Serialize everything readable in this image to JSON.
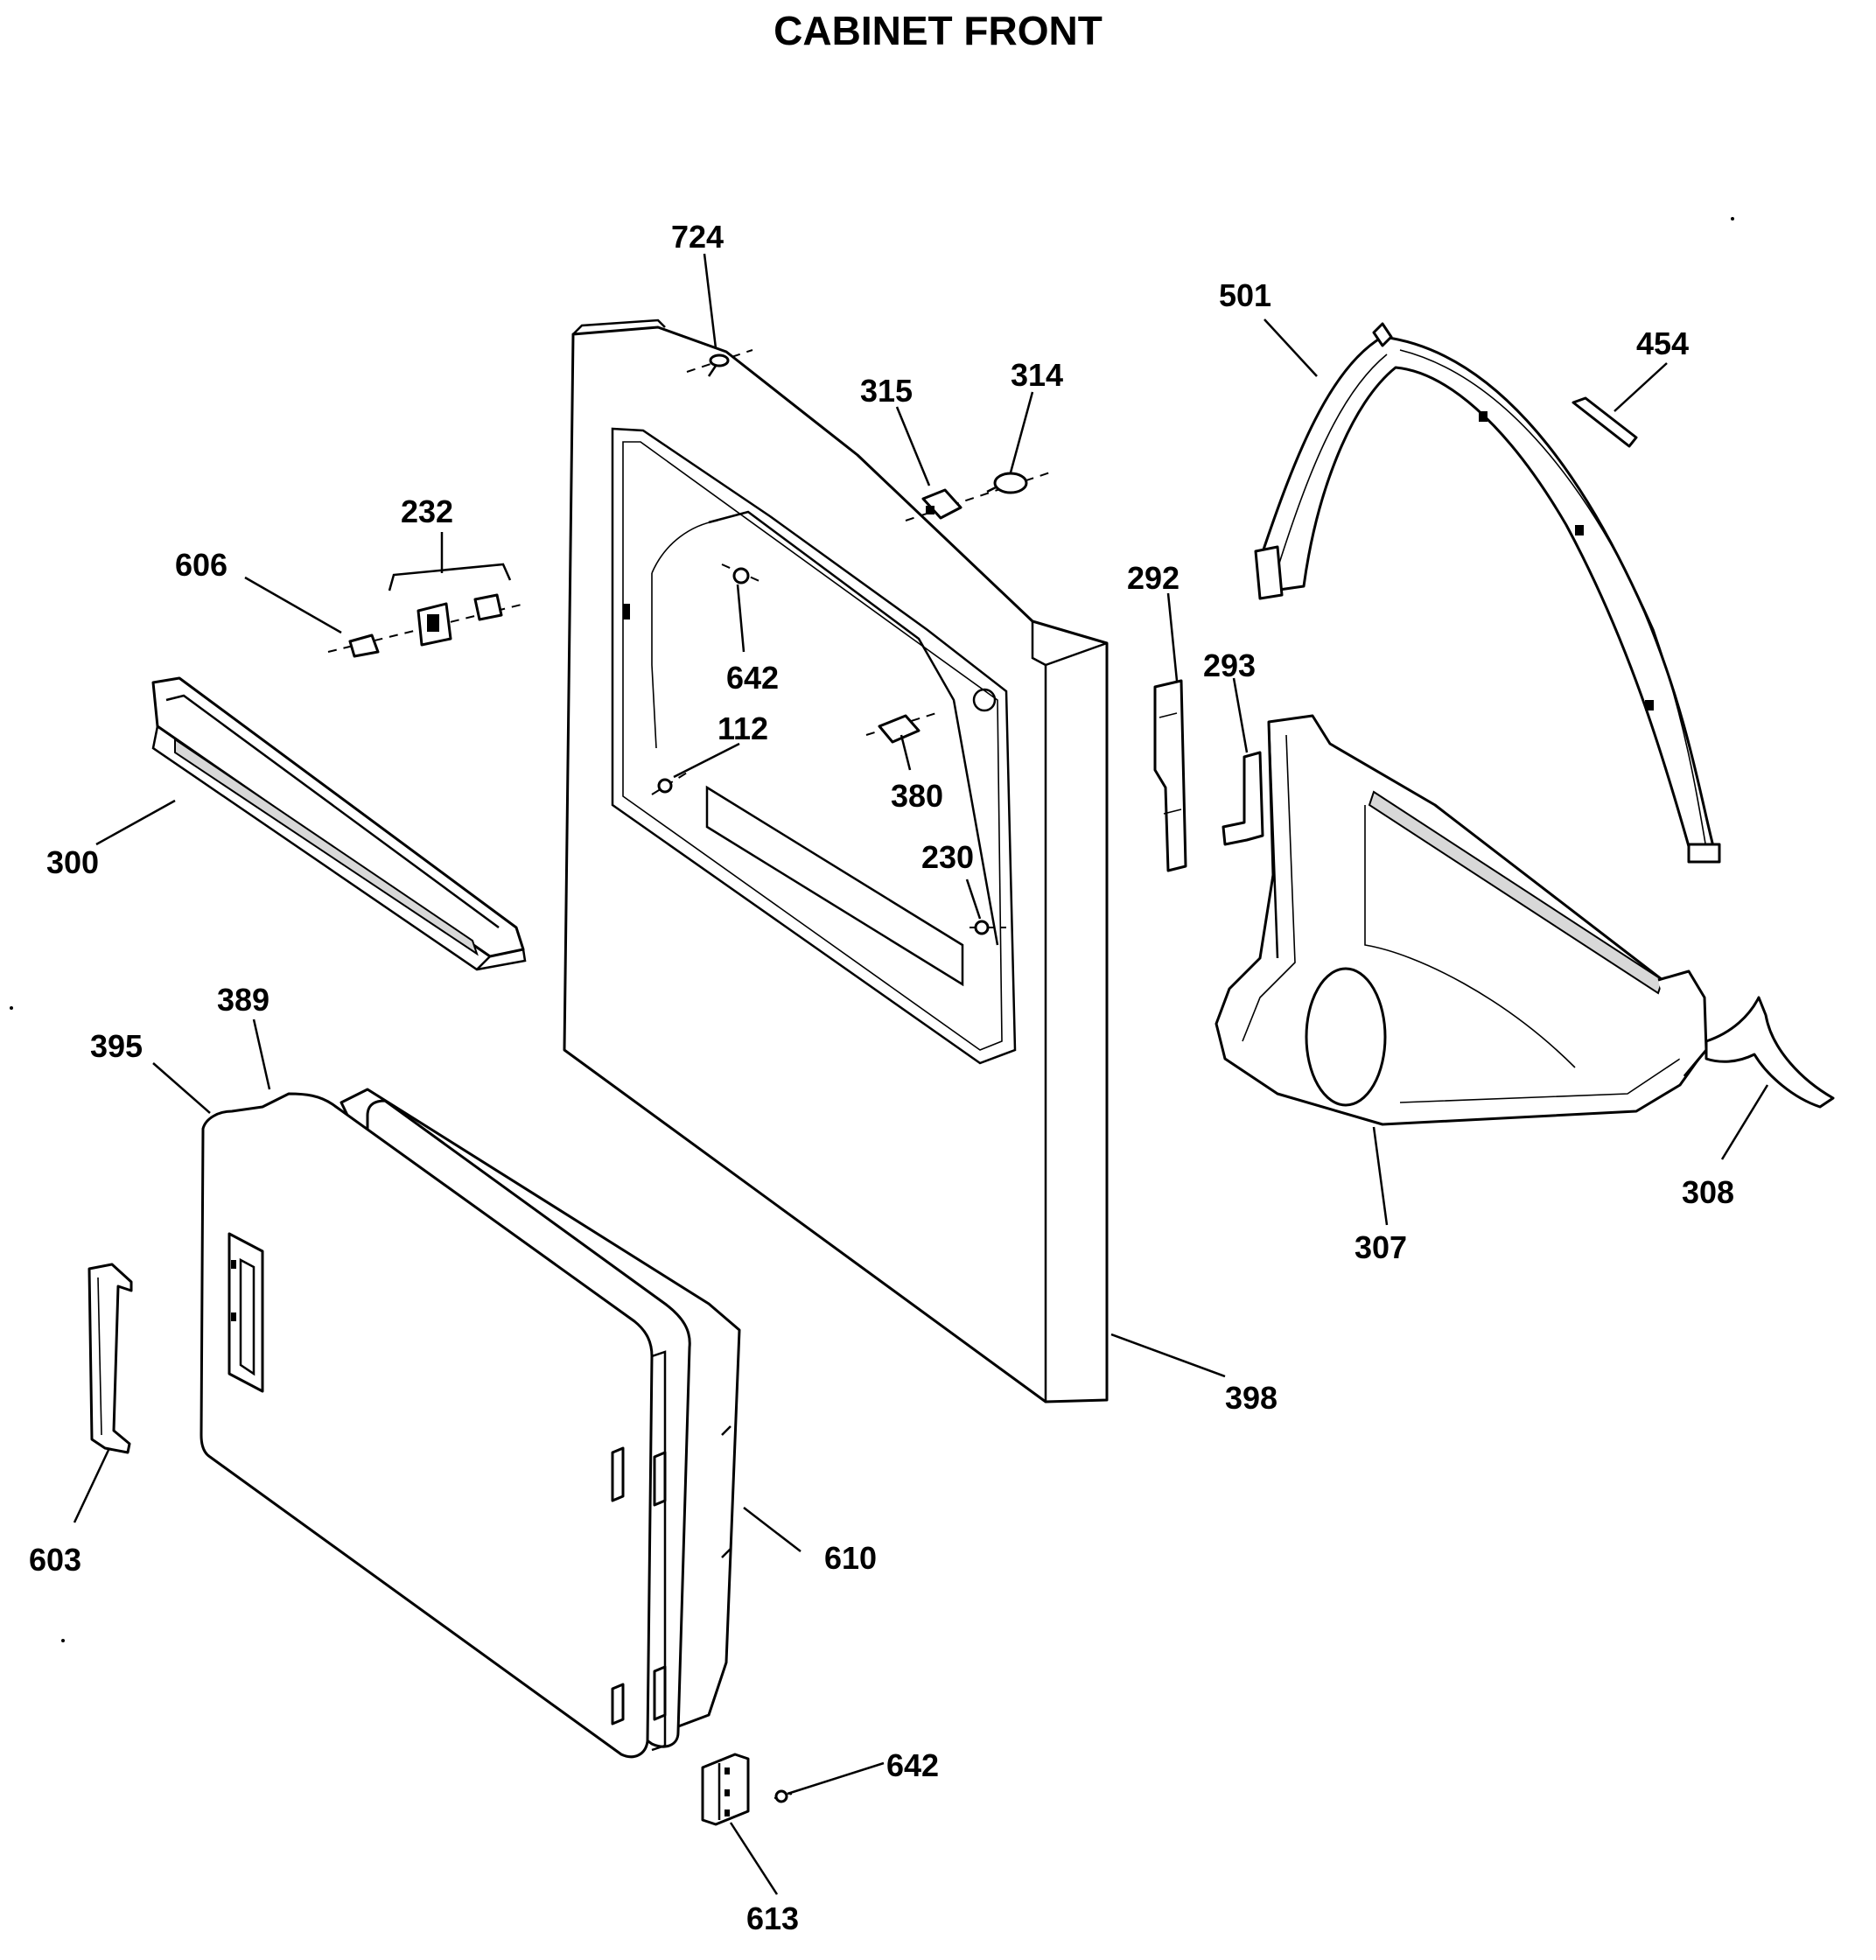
{
  "title": "CABINET FRONT",
  "parts": [
    {
      "id": "724"
    },
    {
      "id": "315"
    },
    {
      "id": "314"
    },
    {
      "id": "501"
    },
    {
      "id": "454"
    },
    {
      "id": "232"
    },
    {
      "id": "606"
    },
    {
      "id": "292"
    },
    {
      "id": "293"
    },
    {
      "id": "642a",
      "label": "642"
    },
    {
      "id": "112"
    },
    {
      "id": "380"
    },
    {
      "id": "230"
    },
    {
      "id": "300"
    },
    {
      "id": "389"
    },
    {
      "id": "395"
    },
    {
      "id": "307"
    },
    {
      "id": "308"
    },
    {
      "id": "398"
    },
    {
      "id": "603"
    },
    {
      "id": "610"
    },
    {
      "id": "642b",
      "label": "642"
    },
    {
      "id": "613"
    }
  ],
  "labels": {
    "p724": "724",
    "p315": "315",
    "p314": "314",
    "p501": "501",
    "p454": "454",
    "p232": "232",
    "p606": "606",
    "p292": "292",
    "p293": "293",
    "p642a": "642",
    "p112": "112",
    "p380": "380",
    "p230": "230",
    "p300": "300",
    "p389": "389",
    "p395": "395",
    "p307": "307",
    "p308": "308",
    "p398": "398",
    "p603": "603",
    "p610": "610",
    "p642b": "642",
    "p613": "613"
  }
}
